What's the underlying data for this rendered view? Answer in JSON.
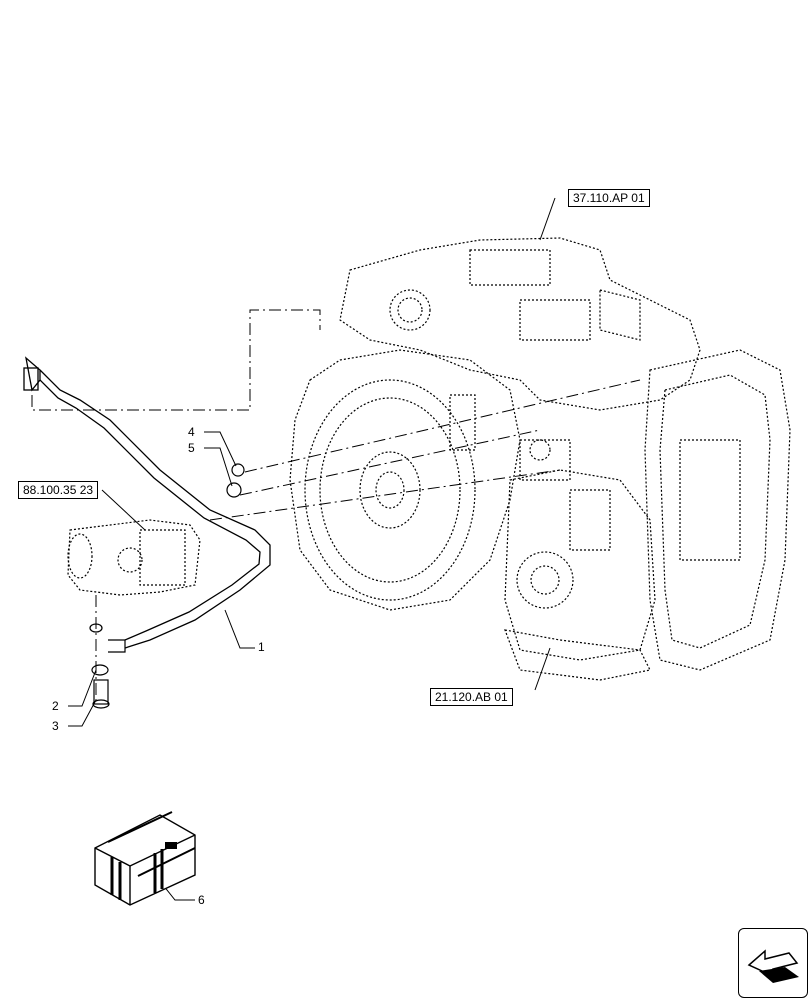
{
  "references": {
    "transmission_ref": "37.110.AP 01",
    "pump_ref": "88.100.35 23",
    "housing_ref": "21.120.AB 01"
  },
  "callouts": {
    "c1": "1",
    "c2": "2",
    "c3": "3",
    "c4": "4",
    "c5": "5",
    "c6": "6"
  },
  "icons": {
    "nav": "next-page-arrow-icon"
  }
}
